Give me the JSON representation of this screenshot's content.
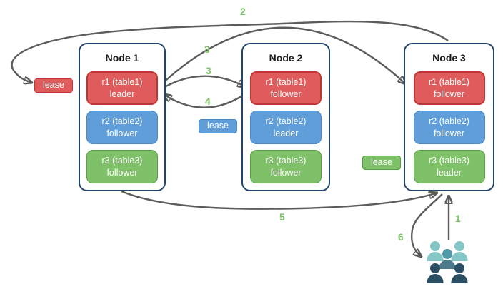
{
  "diagram": {
    "nodes": [
      {
        "title": "Node 1",
        "replicas": [
          {
            "name": "r1 (table1)",
            "role": "leader",
            "color": "red"
          },
          {
            "name": "r2 (table2)",
            "role": "follower",
            "color": "blue"
          },
          {
            "name": "r3 (table3)",
            "role": "follower",
            "color": "green"
          }
        ]
      },
      {
        "title": "Node 2",
        "replicas": [
          {
            "name": "r1 (table1)",
            "role": "follower",
            "color": "red"
          },
          {
            "name": "r2 (table2)",
            "role": "leader",
            "color": "blue"
          },
          {
            "name": "r3 (table3)",
            "role": "follower",
            "color": "green"
          }
        ]
      },
      {
        "title": "Node 3",
        "replicas": [
          {
            "name": "r1 (table1)",
            "role": "follower",
            "color": "red"
          },
          {
            "name": "r2 (table2)",
            "role": "follower",
            "color": "blue"
          },
          {
            "name": "r3 (table3)",
            "role": "leader",
            "color": "green"
          }
        ]
      }
    ],
    "leases": [
      {
        "label": "lease",
        "color": "red"
      },
      {
        "label": "lease",
        "color": "blue"
      },
      {
        "label": "lease",
        "color": "green"
      }
    ],
    "arrows": [
      {
        "label": "1",
        "from": "users",
        "to": "node-3"
      },
      {
        "label": "2",
        "from": "node-3",
        "to": "red-lease"
      },
      {
        "label": "3",
        "from": "node-1-r1-leader",
        "to": "node-3-r1-follower"
      },
      {
        "label": "3",
        "from": "node-1-r1-leader",
        "to": "node-2-r1-follower"
      },
      {
        "label": "4",
        "from": "node-2-r1-follower",
        "to": "node-1-r1-leader"
      },
      {
        "label": "5",
        "from": "node-1",
        "to": "node-3"
      },
      {
        "label": "6",
        "from": "node-3",
        "to": "users"
      }
    ],
    "icons": [
      {
        "name": "users-group-icon"
      }
    ],
    "colors": {
      "red_fill": "#e05c5c",
      "red_border": "#c23434",
      "blue_fill": "#5f9ed9",
      "blue_border": "#4a87c6",
      "green_fill": "#7fc169",
      "green_border": "#57a045",
      "node_border": "#23456b",
      "arrow": "#5c5c5c",
      "number_label": "#7cc266",
      "users_light": "#85c6c6",
      "users_mid": "#4f9aa6",
      "users_dark": "#2d4f63"
    }
  }
}
